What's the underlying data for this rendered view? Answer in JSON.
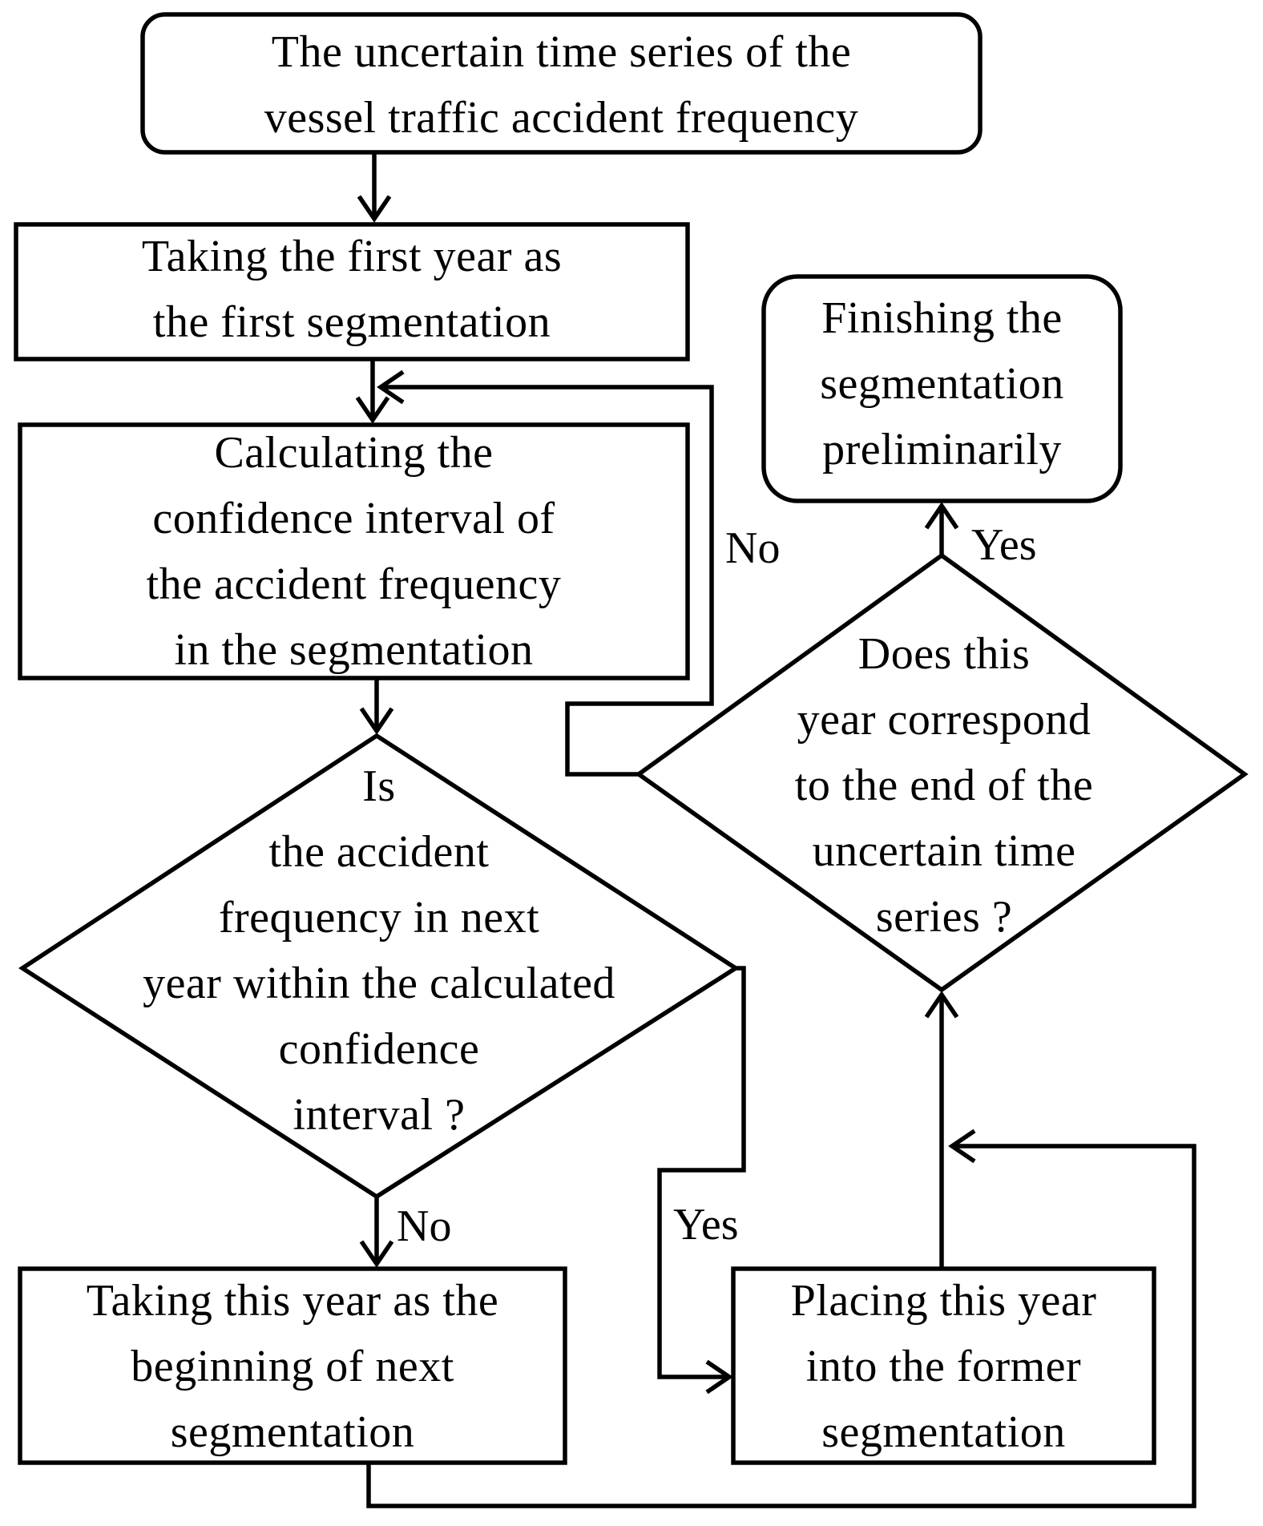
{
  "nodes": {
    "start": "The uncertain time series of the\nvessel traffic accident frequency",
    "first_year": "Taking the first year as\nthe first segmentation",
    "calc_interval": "Calculating the\nconfidence interval of\nthe accident frequency\nin the segmentation",
    "within_interval": "Is\nthe accident\nfrequency in next\nyear within the calculated\nconfidence\ninterval ?",
    "next_segment": "Taking this year as the\nbeginning of next\nsegmentation",
    "place_former": "Placing this year\ninto the former\nsegmentation",
    "end_of_series": "Does this\nyear correspond\nto the end of the\nuncertain time\nseries ?",
    "finish": "Finishing the\nsegmentation\npreliminarily"
  },
  "edge_labels": {
    "within_no": "No",
    "within_yes": "Yes",
    "end_no": "No",
    "end_yes": "Yes"
  }
}
